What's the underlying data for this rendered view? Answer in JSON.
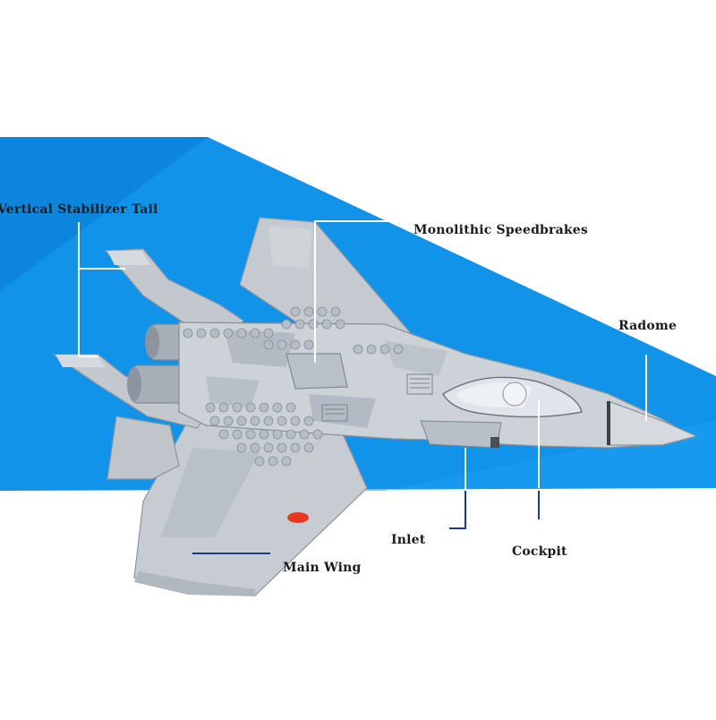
{
  "labels": {
    "vertical_stabilizer": "Vertical Stabilizer Tail",
    "speedbrakes": "Monolithic Speedbrakes",
    "radome": "Radome",
    "inlet": "Inlet",
    "cockpit": "Cockpit",
    "main_wing": "Main Wing"
  },
  "colors": {
    "background_band": "#1193ea",
    "band_shade": "#0a7fd4",
    "aircraft_body": "#c9ced4",
    "aircraft_shadow": "#9aa2ab",
    "camo": "#a8b2bc",
    "leader_line": "#ffffff",
    "leader_line_dark": "#1d3b8f",
    "label_text": "#1b1b1b",
    "accent_red": "#e8391f"
  }
}
